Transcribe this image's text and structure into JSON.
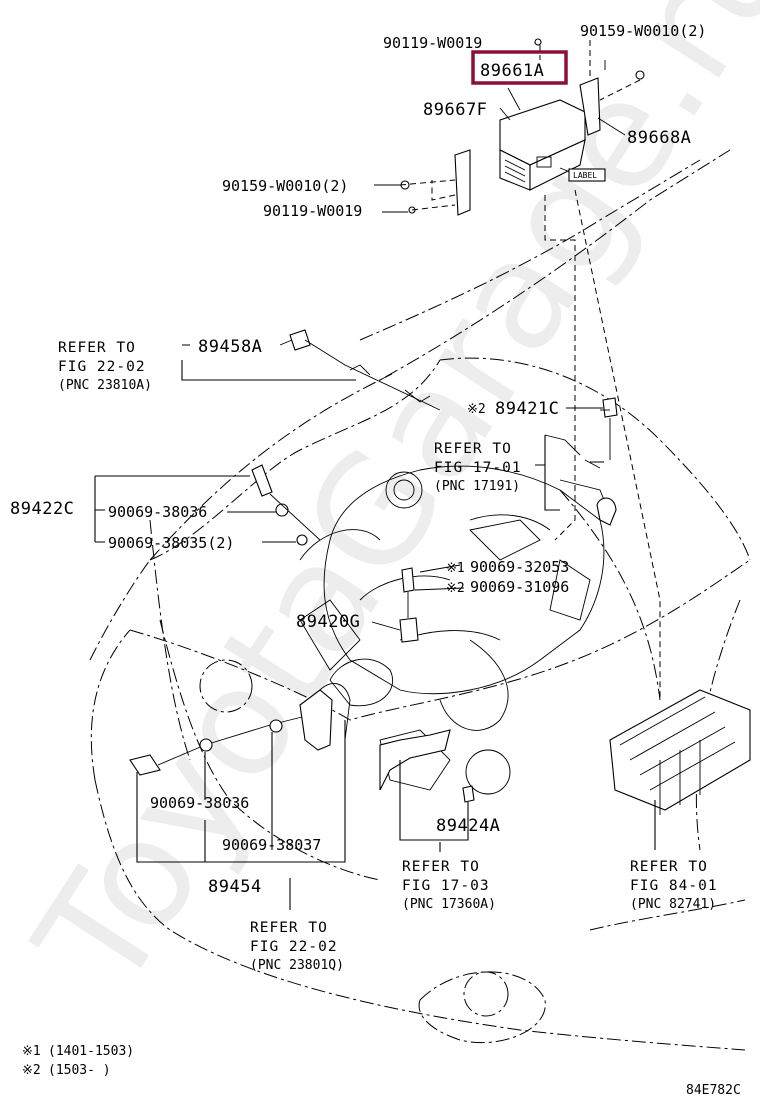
{
  "watermark": "ToyotaGarage.ru",
  "diagram_code": "84E782C",
  "legend": [
    {
      "mark": "※1",
      "text": "(1401-1503)"
    },
    {
      "mark": "※2",
      "text": "(1503-     )"
    }
  ],
  "callouts": {
    "p90119_top": "90119-W0019",
    "p90159_top": "90159-W0010(2)",
    "p89661A": "89661A",
    "p89667F": "89667F",
    "p89668A": "89668A",
    "p90159_left": "90159-W0010(2)",
    "p90119_left": "90119-W0019",
    "label_tag": "LABEL",
    "p89458A": "89458A",
    "p89421C": "89421C",
    "mark2": "※2",
    "p89422C": "89422C",
    "p90069_38036_a": "90069-38036",
    "p90069_38035": "90069-38035(2)",
    "mark1b": "※1",
    "p90069_32053": "90069-32053",
    "mark2b": "※2",
    "p90069_31096": "90069-31096",
    "p89420G": "89420G",
    "p90069_38036_b": "90069-38036",
    "p90069_38037": "90069-38037",
    "p89454": "89454",
    "p89424A": "89424A"
  },
  "refs": {
    "ref_22_02_a": {
      "l1": "REFER TO",
      "l2": "FIG 22-02",
      "l3": "(PNC 23810A)"
    },
    "ref_17_01": {
      "l1": "REFER TO",
      "l2": "FIG 17-01",
      "l3": "(PNC 17191)"
    },
    "ref_17_03": {
      "l1": "REFER TO",
      "l2": "FIG 17-03",
      "l3": "(PNC 17360A)"
    },
    "ref_84_01": {
      "l1": "REFER TO",
      "l2": "FIG 84-01",
      "l3": "(PNC 82741)"
    },
    "ref_22_02_b": {
      "l1": "REFER TO",
      "l2": "FIG 22-02",
      "l3": "(PNC 23801Q)"
    }
  },
  "highlight_color": "#8c1036"
}
